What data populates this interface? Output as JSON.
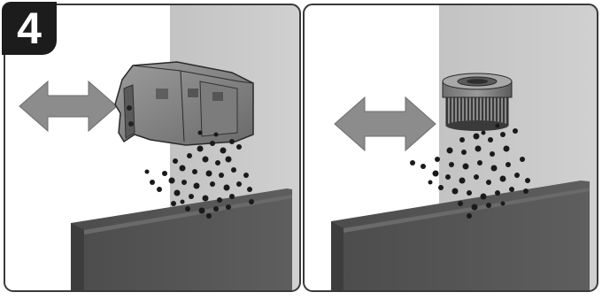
{
  "step": {
    "number": "4"
  },
  "panels": [
    {
      "id": "remove-cover",
      "part": "filter-cover-icon",
      "arrow": "double-arrow-icon",
      "debris": "dust-particles"
    },
    {
      "id": "remove-filter",
      "part": "cartridge-filter-icon",
      "arrow": "double-arrow-icon",
      "debris": "dust-particles"
    }
  ],
  "colors": {
    "border": "#3a3a3a",
    "badge": "#1c1c1c",
    "wall": "#c9c9c9",
    "bin": "#5a5a5a",
    "arrow": "#8a8a8a",
    "particle": "#1a1a1a"
  }
}
